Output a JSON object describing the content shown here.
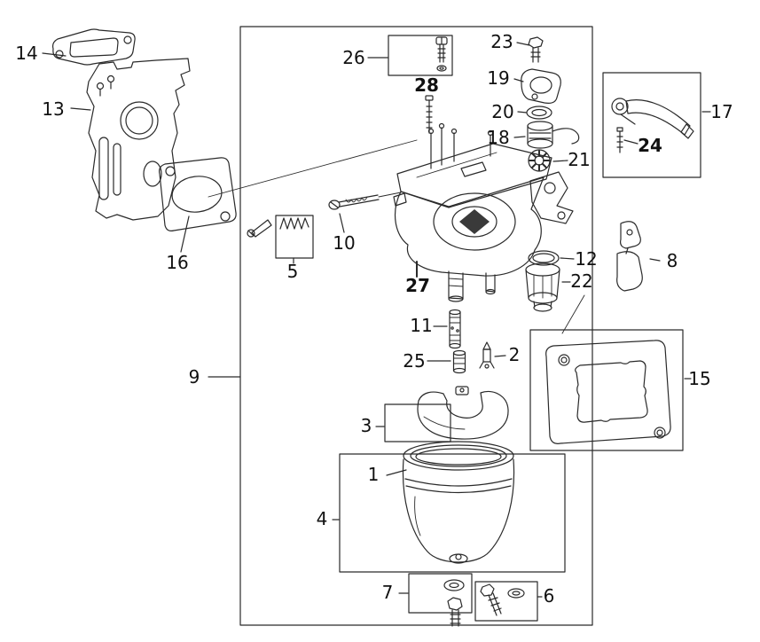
{
  "colors": {
    "line": "#2a2a2a",
    "background": "#ffffff",
    "text": "#111111"
  },
  "callouts": {
    "n1": "1",
    "n2": "2",
    "n3": "3",
    "n4": "4",
    "n5": "5",
    "n6": "6",
    "n7": "7",
    "n8": "8",
    "n9": "9",
    "n10": "10",
    "n11": "11",
    "n12": "12",
    "n13": "13",
    "n14": "14",
    "n15": "15",
    "n16": "16",
    "n17": "17",
    "n18": "18",
    "n19": "19",
    "n20": "20",
    "n21": "21",
    "n22": "22",
    "n23": "23",
    "n24": "24",
    "n25": "25",
    "n26": "26",
    "n27": "27",
    "n28": "28"
  }
}
